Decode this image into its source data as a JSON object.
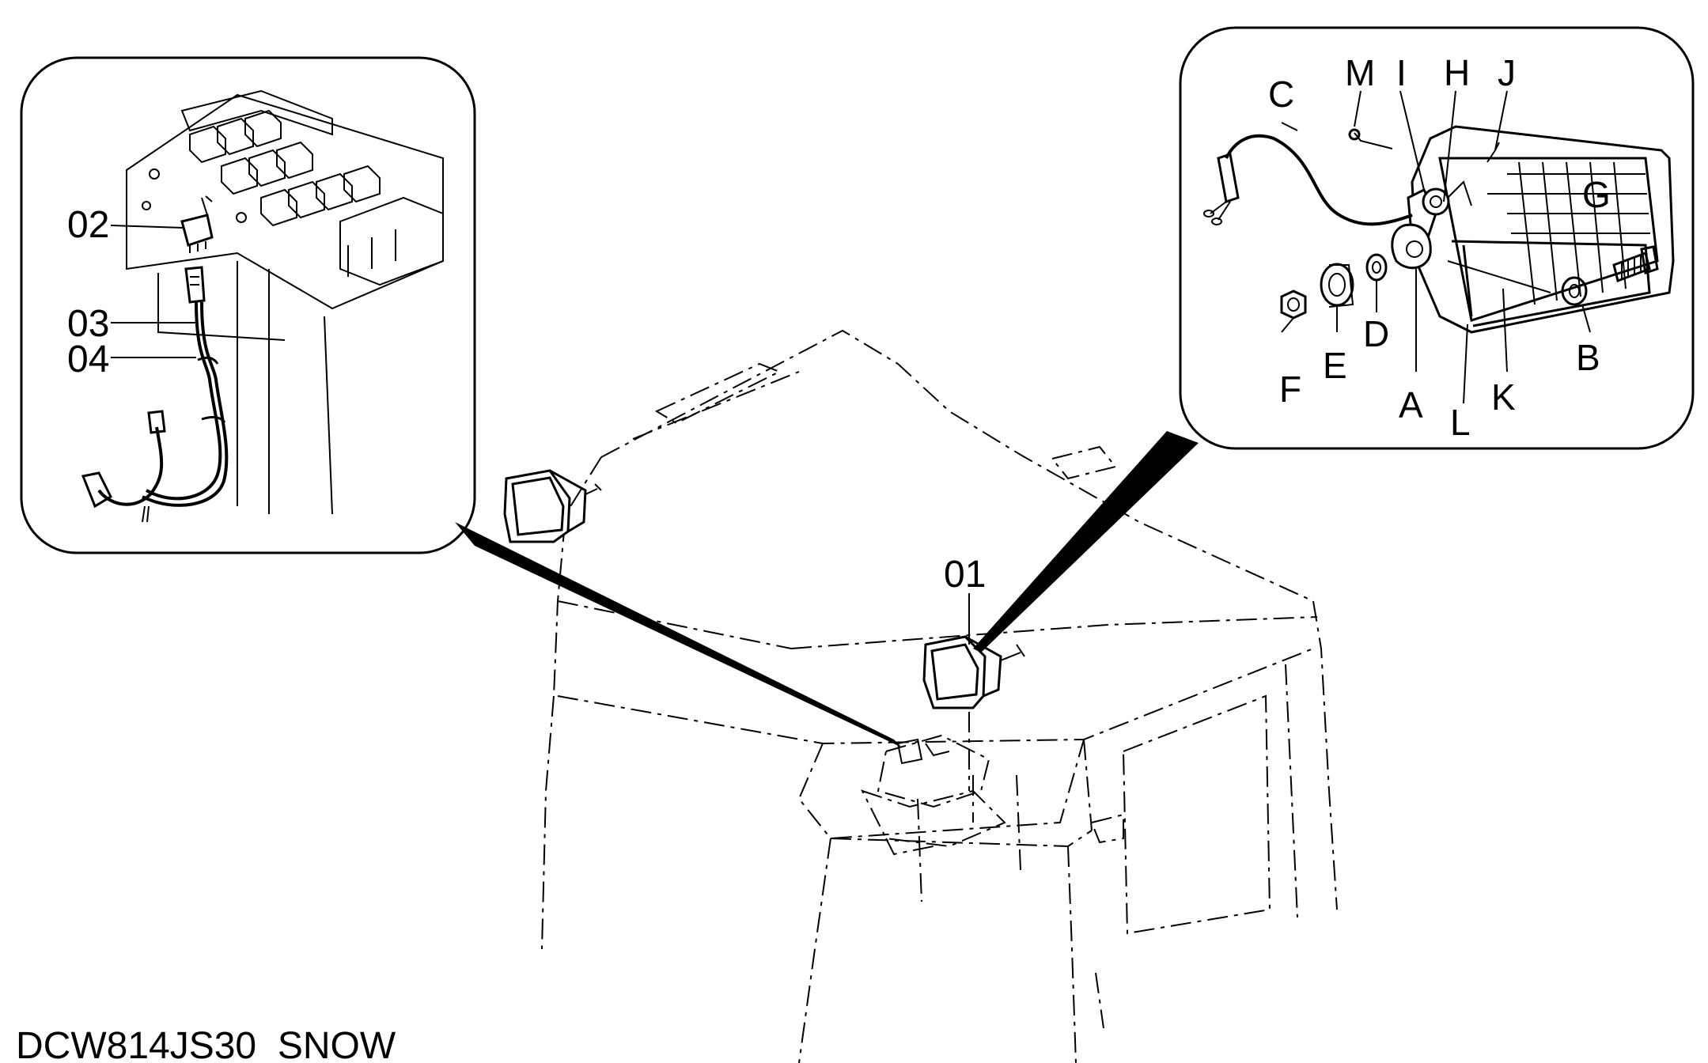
{
  "drawing_code": "DCW814JS30_SNOW",
  "callouts": {
    "part_01": "01",
    "part_02": "02",
    "part_03": "03",
    "part_04": "04"
  },
  "detail_labels": {
    "A": "A",
    "B": "B",
    "C": "C",
    "D": "D",
    "E": "E",
    "F": "F",
    "G": "G",
    "H": "H",
    "I": "I",
    "J": "J",
    "K": "K",
    "L": "L",
    "M": "M"
  }
}
